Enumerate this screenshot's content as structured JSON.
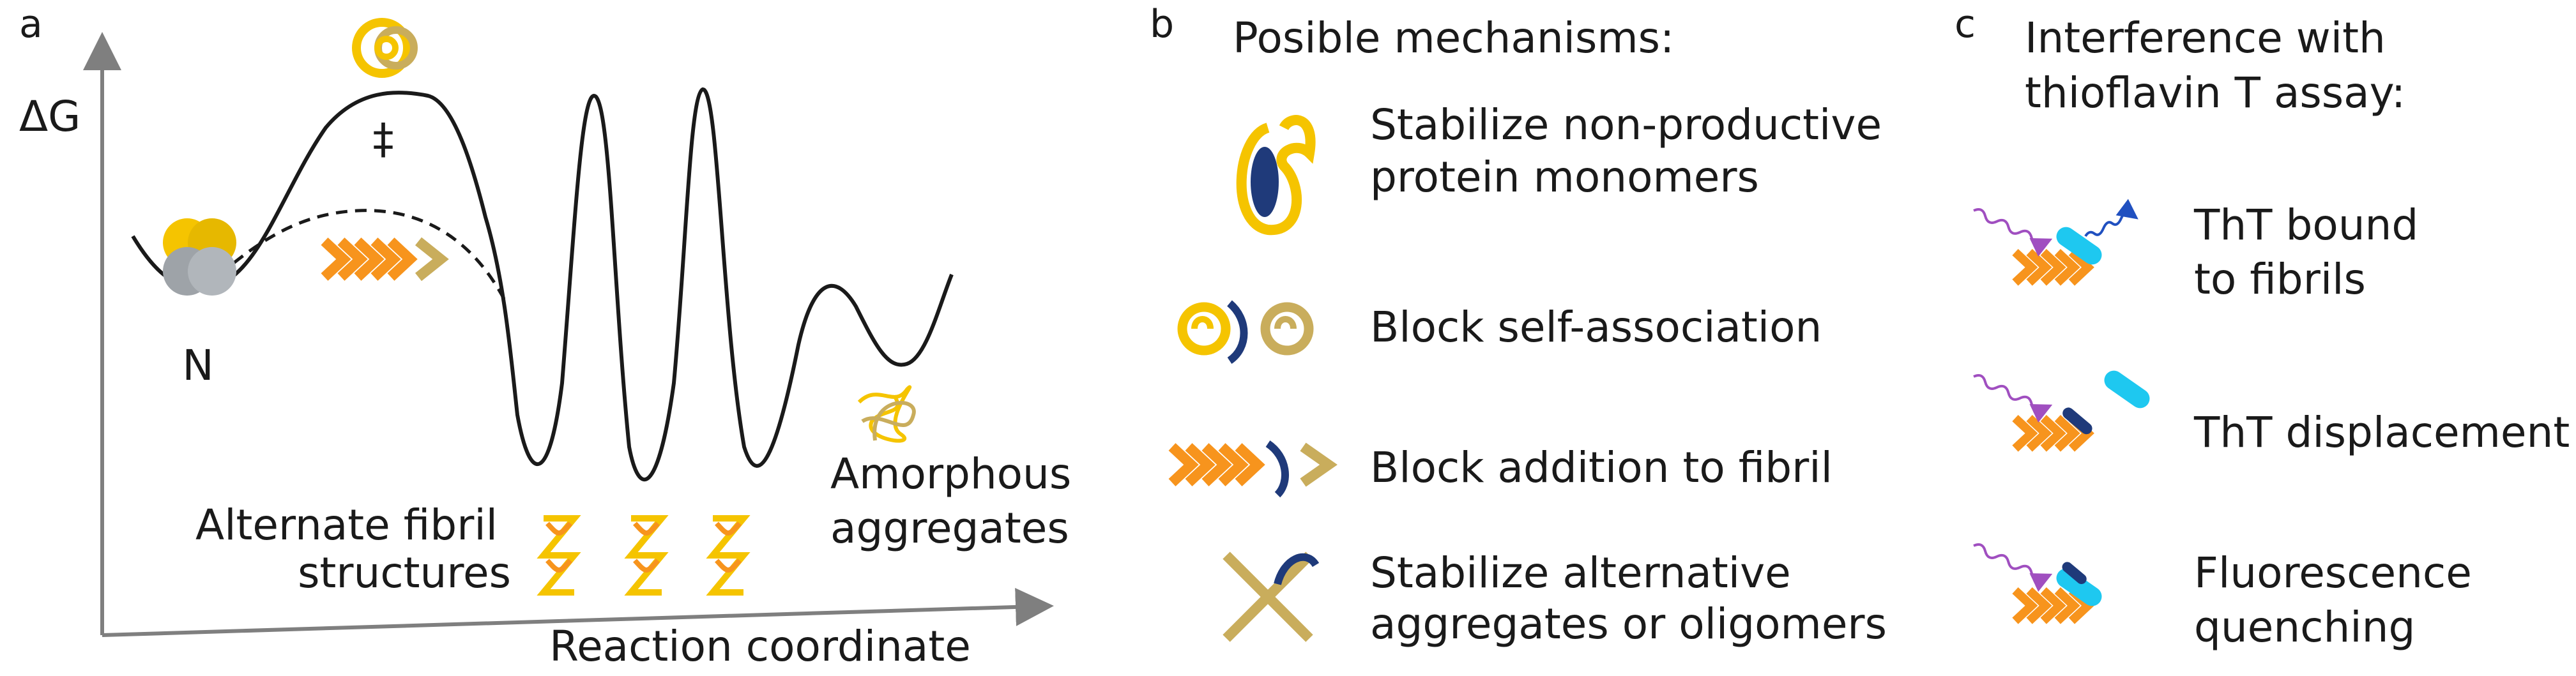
{
  "panels": {
    "a": {
      "letter": "a",
      "y_axis_label": "ΔG",
      "x_axis_label": "Reaction coordinate",
      "native_label": "N",
      "transition_label": "‡",
      "alt_fibril_label": [
        "Alternate fibril",
        "structures"
      ],
      "amorphous_label": [
        "Amorphous",
        "aggregates"
      ]
    },
    "b": {
      "letter": "b",
      "title": "Posible mechanisms:",
      "items": [
        {
          "lines": [
            "Stabilize non-productive",
            "protein monomers"
          ]
        },
        {
          "lines": [
            "Block self-association"
          ]
        },
        {
          "lines": [
            "Block addition to fibril"
          ]
        },
        {
          "lines": [
            "Stabilize alternative",
            "aggregates or oligomers"
          ]
        }
      ]
    },
    "c": {
      "letter": "c",
      "title": [
        "Interference with",
        "thioflavin T assay:"
      ],
      "items": [
        {
          "lines": [
            "ThT bound",
            "to fibrils"
          ]
        },
        {
          "lines": [
            "ThT displacement"
          ]
        },
        {
          "lines": [
            "Fluorescence",
            "quenching"
          ]
        }
      ]
    }
  },
  "colors": {
    "axis": "#7f7f7f",
    "curve": "#1a1a1a",
    "monomer_yellow": "#f5c400",
    "monomer_tan": "#c9ad5c",
    "fibril_orange": "#f7941d",
    "inhibitor_navy": "#1f3a7a",
    "tht_cyan": "#1ec8f0",
    "light_purple": "#a04fc0",
    "emission_blue": "#2050c0",
    "native_grey": "#9ea3a8"
  }
}
